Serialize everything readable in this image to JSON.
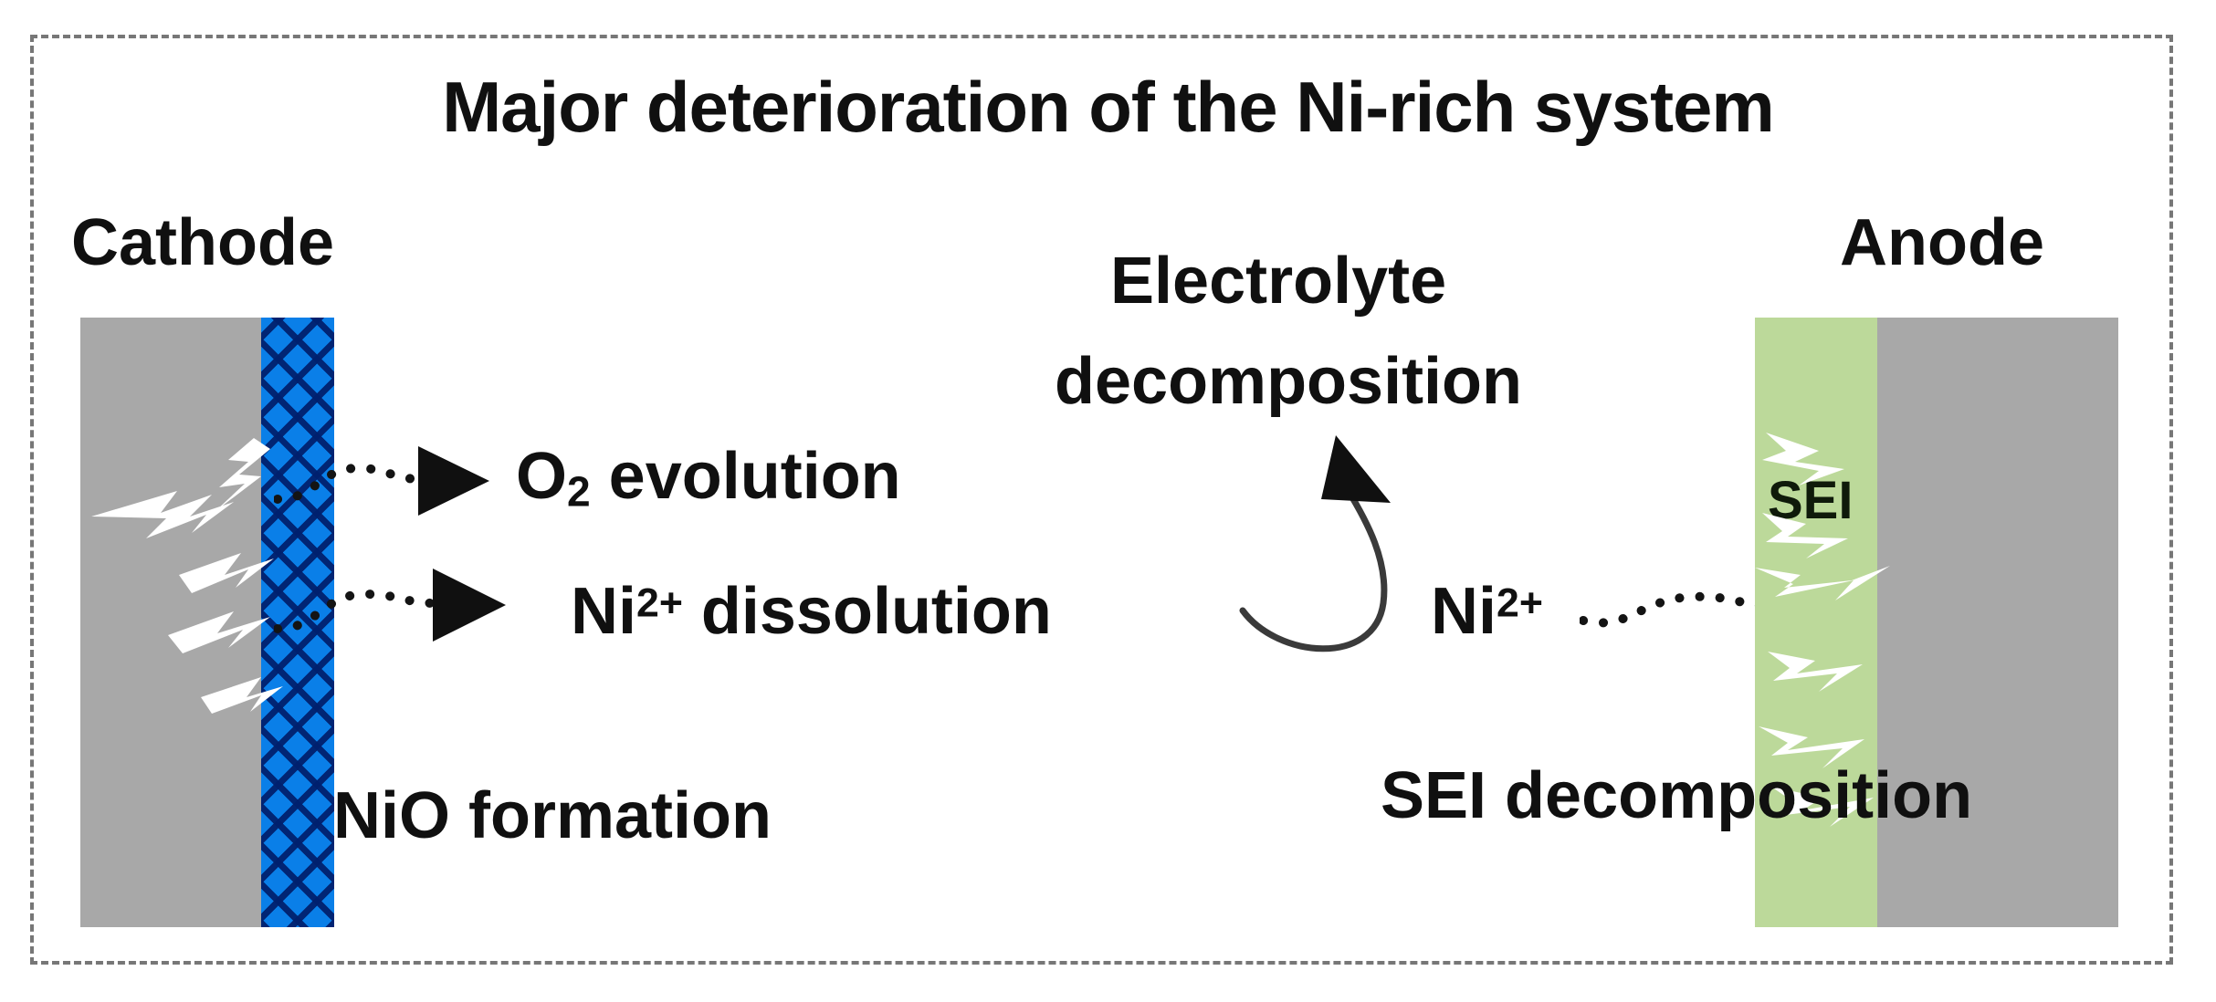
{
  "figure": {
    "title": "Major deterioration of the Ni-rich system",
    "border_style": "dashed",
    "border_color": "#777777",
    "background": "#ffffff"
  },
  "cathode": {
    "caption": "Cathode",
    "bulk_color": "#a8a8a8",
    "coating_color": "#0a7fe8",
    "coating_hatch_color": "#00206e",
    "coating_pattern": "cross-hatch",
    "reactions": [
      {
        "id": "o2-evolution",
        "text_plain": "O2 evolution",
        "base": "O",
        "sub": "2",
        "tail": " evolution",
        "arrow": "dotted-arrow-right"
      },
      {
        "id": "ni-dissolution",
        "text_plain": "Ni2+ dissolution",
        "base": "Ni",
        "sup": "2+",
        "tail": " dissolution",
        "arrow": "dotted-arrow-right"
      }
    ],
    "formation_label": "NiO formation"
  },
  "middle": {
    "electrolyte_line1": "Electrolyte",
    "electrolyte_line2": "decomposition",
    "ion_base": "Ni",
    "ion_sup": "2+",
    "ion_plain": "Ni2+",
    "curved_arrow": "curved-arrow-up-left",
    "transport_arrow": "dotted-arrow-right"
  },
  "anode": {
    "caption": "Anode",
    "sei_label": "SEI",
    "sei_color": "#bcd99a",
    "bulk_color": "#a8a8a8",
    "decomposition_label": "SEI decomposition",
    "crack_color": "#ffffff"
  }
}
